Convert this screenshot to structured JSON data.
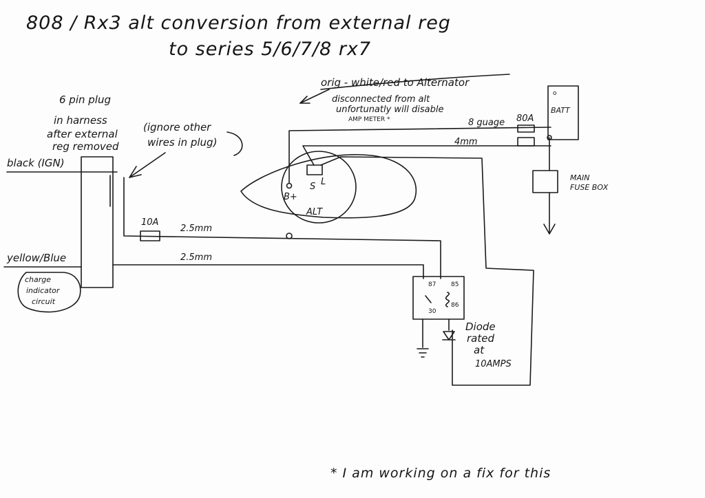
{
  "title": {
    "line1": "808 / Rx3   alt conversion from external reg",
    "line2": "to   series 5/6/7/8   rx7"
  },
  "notes": {
    "orig_wire": "orig - white/red to Alternator",
    "disconnected_1": "disconnected from alt",
    "disconnected_2": "unfortunatly will disable",
    "disconnected_3": "AMP METER *",
    "plug_1": "6 pin plug",
    "plug_2": "in harness",
    "plug_3": "after external",
    "plug_4": "reg removed",
    "ignore_1": "(ignore other",
    "ignore_2": "wires in plug)",
    "footnote": "* I am working on a fix for this"
  },
  "wires": {
    "black": "black (IGN)",
    "yellow": "yellow/Blue",
    "charge_1": "charge",
    "charge_2": "indicator",
    "charge_3": "circuit",
    "fuse10": "10A",
    "gauge1": "2.5mm",
    "gauge2": "2.5mm",
    "gauge8": "8 guage",
    "gauge4": "4mm",
    "fuse80": "80A"
  },
  "components": {
    "batt": "BATT",
    "batt_pos": "o",
    "fuse_box_1": "MAIN",
    "fuse_box_2": "FUSE BOX",
    "alt_label": "ALT",
    "alt_b": "B+",
    "alt_s": "S",
    "alt_l": "L",
    "relay_87": "87",
    "relay_85": "85",
    "relay_30": "30",
    "relay_86": "86",
    "diode_1": "Diode",
    "diode_2": "rated",
    "diode_3": "at",
    "diode_4": "10AMPS"
  }
}
